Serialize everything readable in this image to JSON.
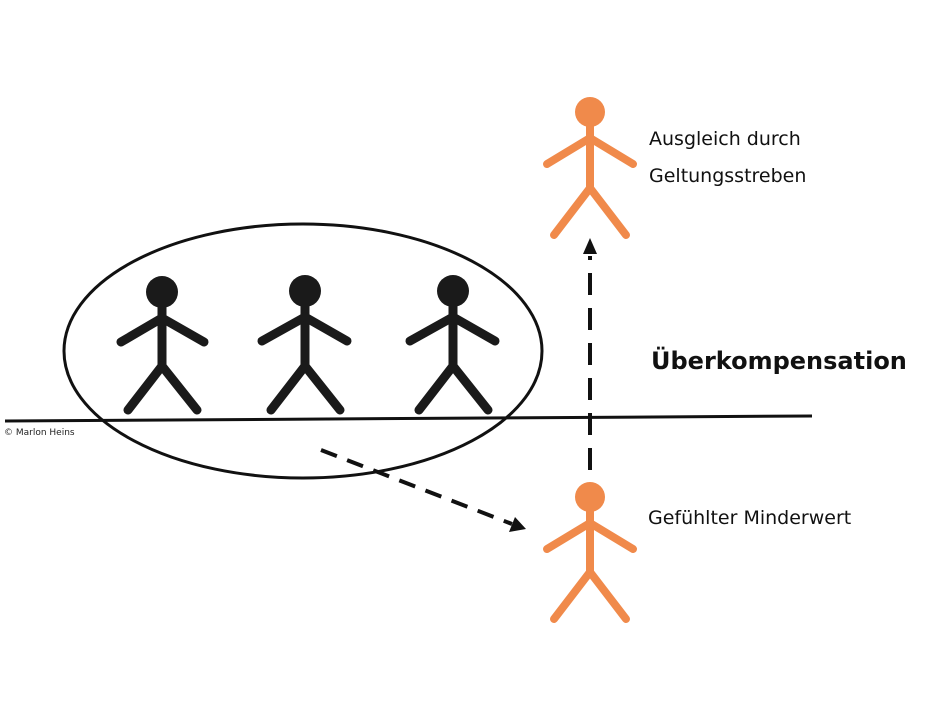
{
  "labels": {
    "compensation_line1": "Ausgleich durch",
    "compensation_line2": "Geltungsstreben",
    "title": "Überkompensation",
    "inferiority": "Gefühlter Minderwert",
    "copyright": "© Marlon Heins"
  },
  "colors": {
    "orange": "#F08A4B",
    "black": "#1a1a1a"
  },
  "icons": {
    "group_figure": "stick-figure-icon",
    "individual_figure": "stick-figure-icon"
  }
}
